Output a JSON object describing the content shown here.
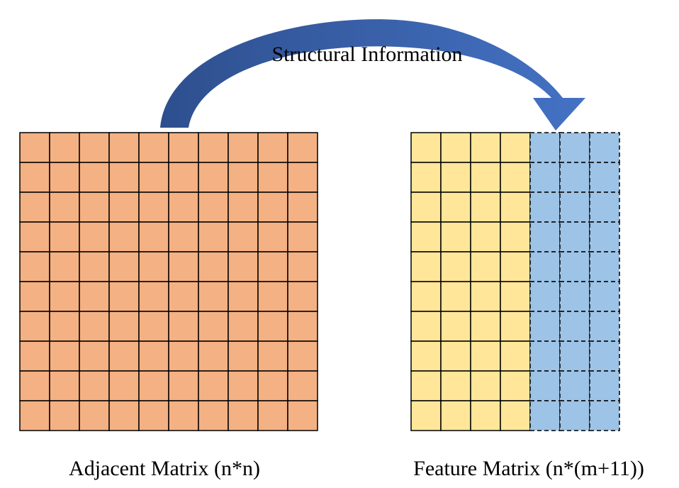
{
  "arrow": {
    "label": "Structural Information",
    "colors": {
      "dark": "#2E4F8E",
      "light": "#4472C4"
    }
  },
  "adjacent_matrix": {
    "label": "Adjacent Matrix (n*n)",
    "rows": 10,
    "cols": 10,
    "fill": "#F4B183"
  },
  "feature_matrix": {
    "label": "Feature Matrix (n*(m+11))",
    "rows": 10,
    "feature_cols": 4,
    "structural_cols": 3,
    "feature_fill": "#FFE699",
    "structural_fill": "#9DC3E6"
  }
}
